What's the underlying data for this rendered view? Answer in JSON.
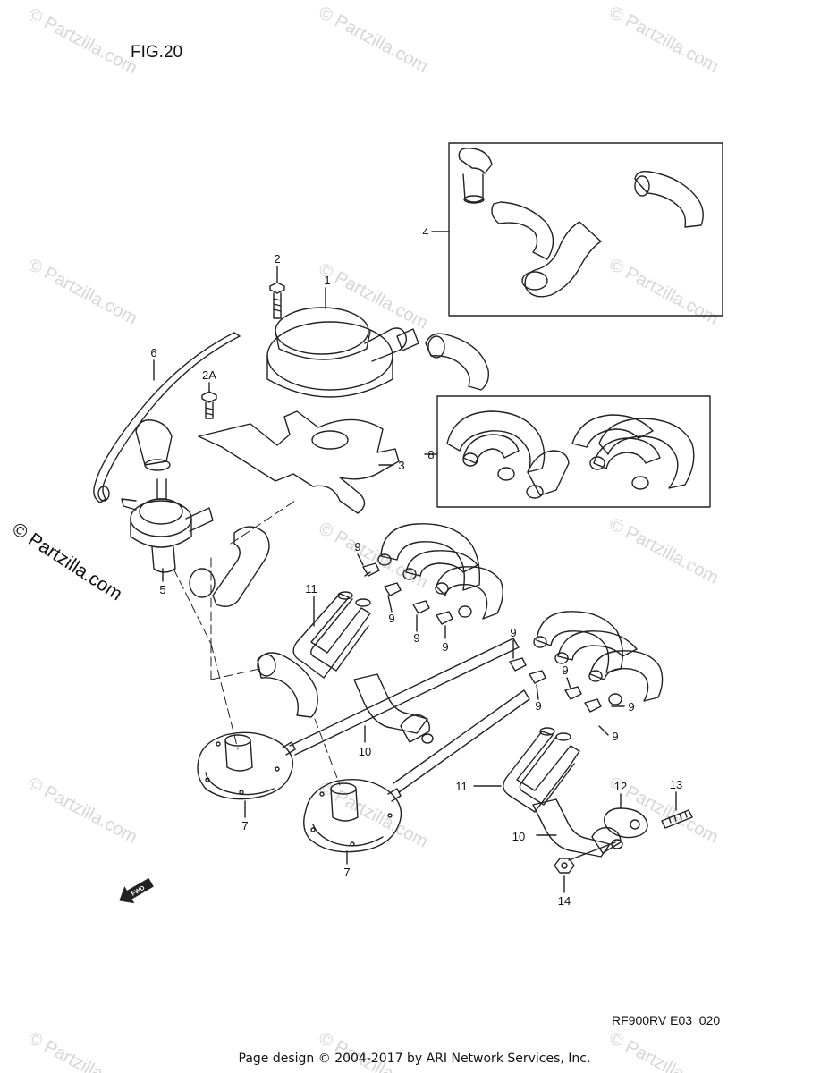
{
  "figure_title": "FIG.20",
  "side_watermark": "© Partzilla.com",
  "bg_watermark": "© Partzilla.com",
  "drawing_code": "RF900RV E03_020",
  "footer": "Page design © 2004-2017 by ARI Network Services, Inc.",
  "fwd_label": "FWD",
  "callouts": [
    "1",
    "2",
    "2A",
    "3",
    "4",
    "5",
    "6",
    "7",
    "7",
    "8",
    "9",
    "9",
    "9",
    "9",
    "9",
    "9",
    "9",
    "9",
    "9",
    "10",
    "10",
    "11",
    "11",
    "12",
    "13",
    "14"
  ]
}
